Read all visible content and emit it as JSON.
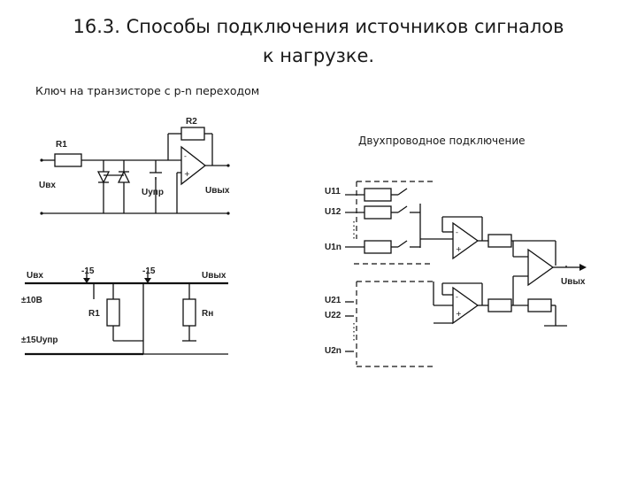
{
  "slide": {
    "title_line1": "16.3. Способы подключения источников сигналов",
    "title_line2": "к нагрузке.",
    "subtitle": "Ключ на транзисторе с p-n переходом",
    "right_caption": "Двухпроводное подключение"
  },
  "circuit_top_left": {
    "r1": "R1",
    "r2": "R2",
    "uin": "Uвх",
    "uout": "Uвых",
    "uctrl": "Uупр"
  },
  "circuit_bottom_left": {
    "uin": "Uвх",
    "minus15_a": "-15",
    "minus15_b": "-15",
    "uout": "Uвых",
    "range": "±10В",
    "ctrl": "±15Uупр",
    "r1": "R1",
    "rn": "Rн"
  },
  "circuit_right": {
    "u11": "U11",
    "u12": "U12",
    "u1n": "U1n",
    "u21": "U21",
    "u22": "U22",
    "u2n": "U2n",
    "uout": "Uвых"
  },
  "opamp_signs": {
    "minus": "-",
    "plus": "+"
  }
}
